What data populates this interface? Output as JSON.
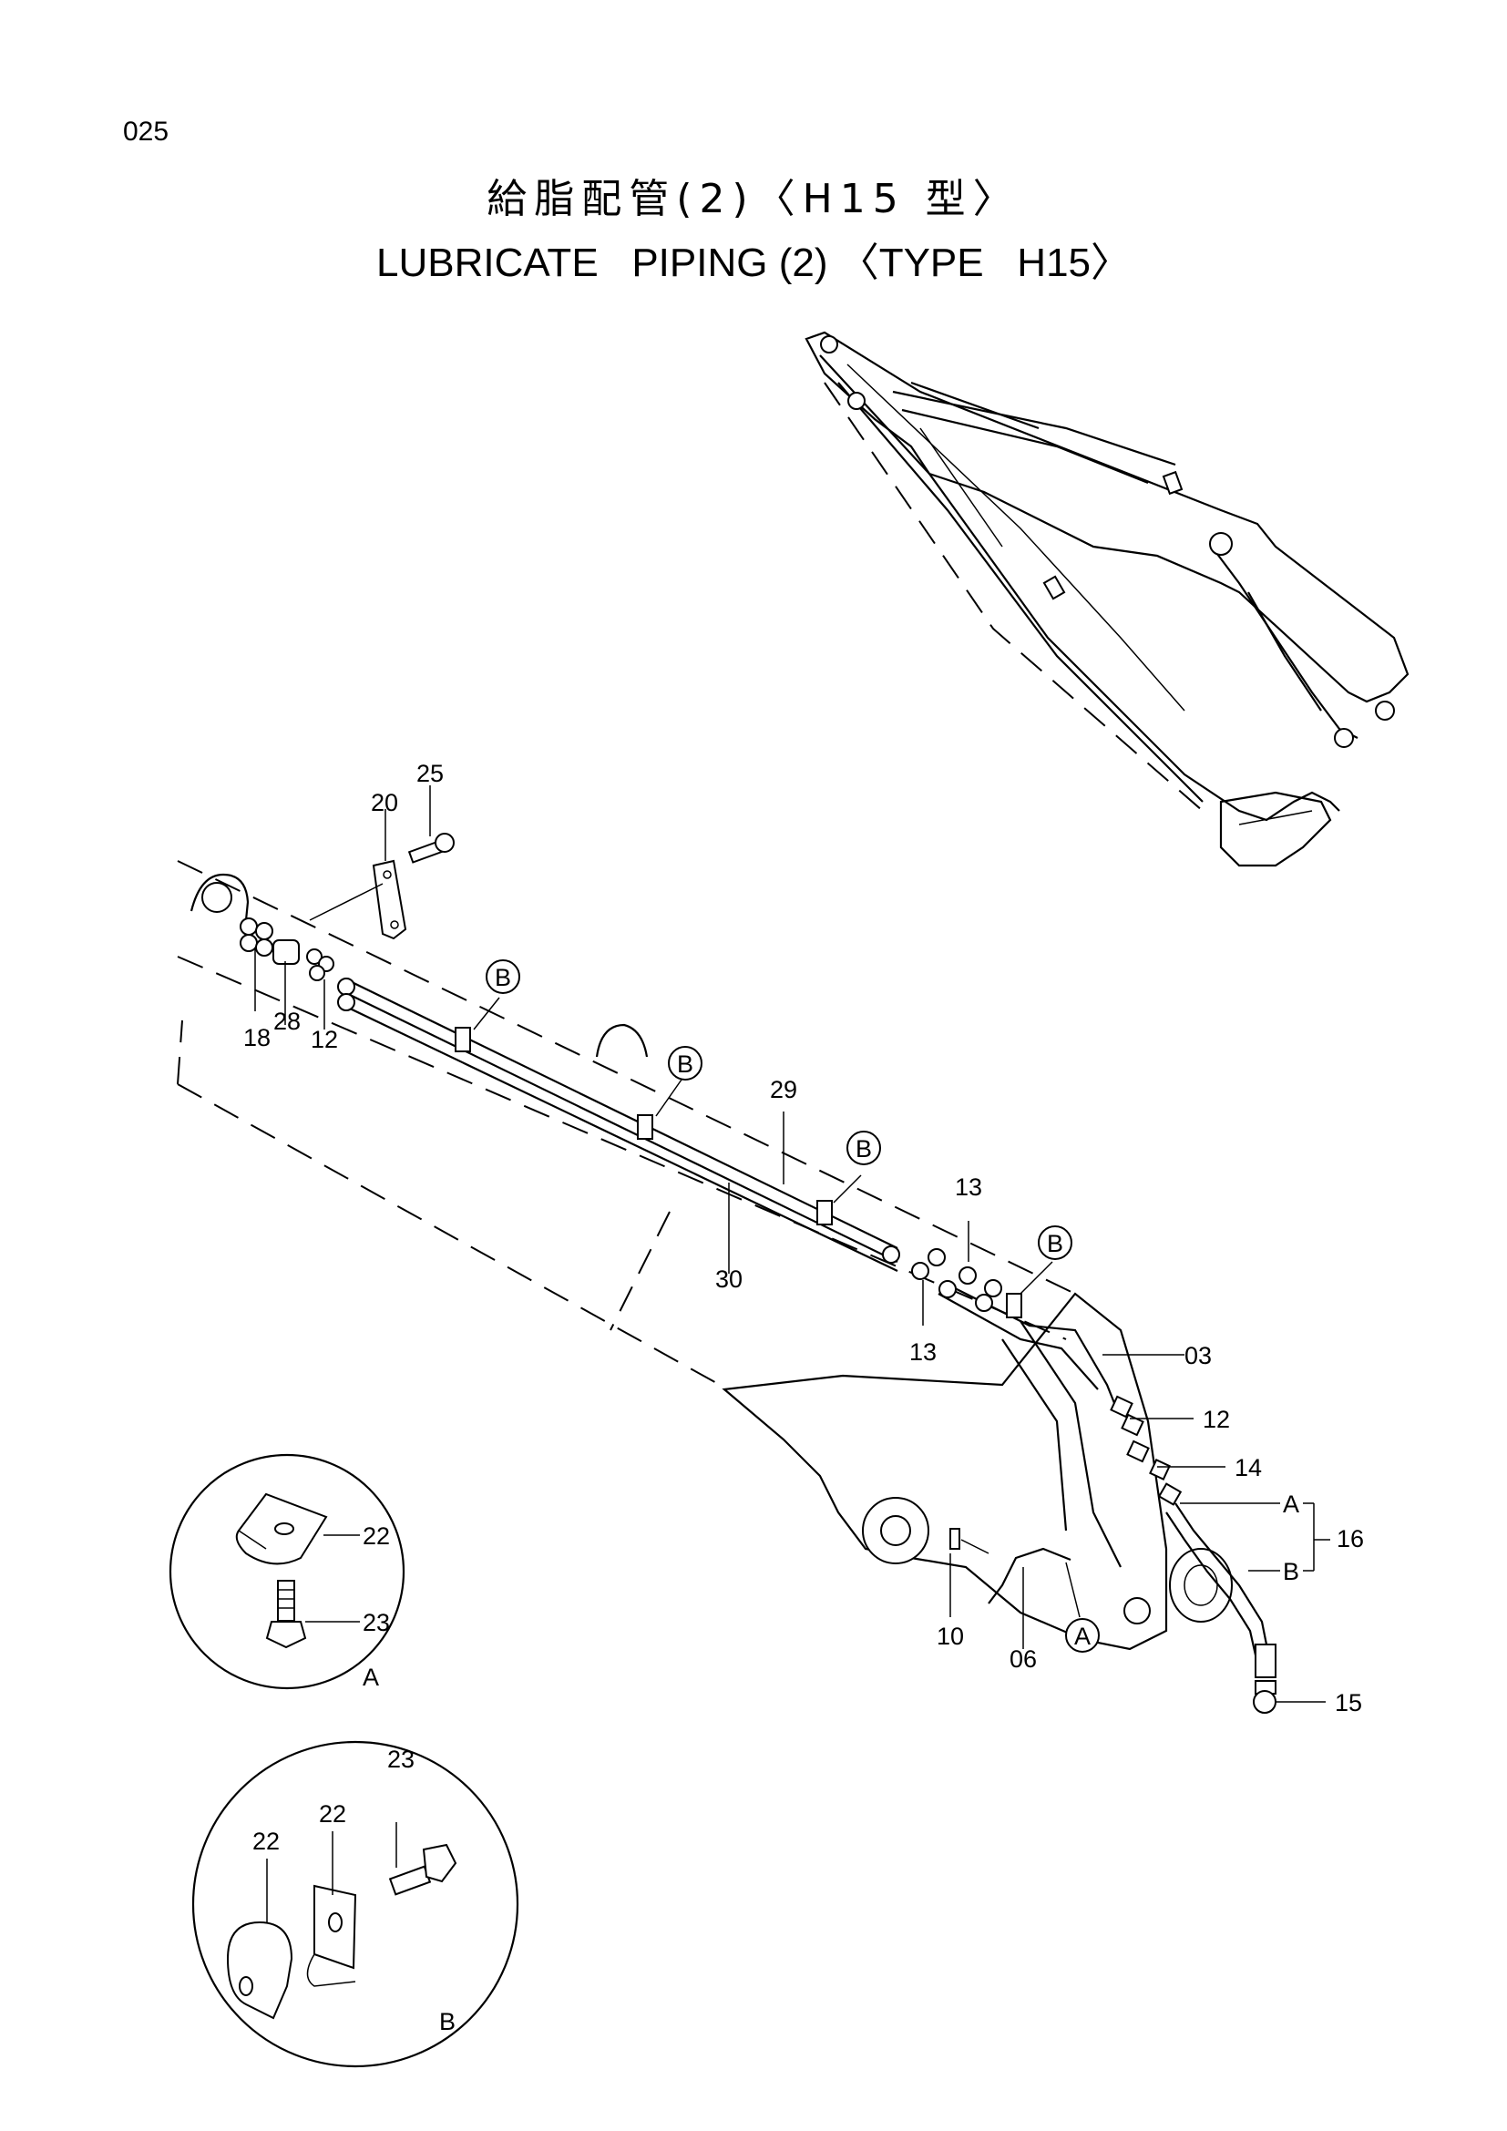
{
  "page_number": "025",
  "title_jp": "給脂配管(2)〈H15 型〉",
  "title_en": "LUBRICATE   PIPING (2) 〈TYPE   H15〉",
  "callouts": {
    "p25": "25",
    "p20": "20",
    "p18": "18",
    "p28": "28",
    "p12a": "12",
    "p29": "29",
    "p30": "30",
    "p13a": "13",
    "p13b": "13",
    "p03": "03",
    "p12b": "12",
    "p14": "14",
    "p16": "16",
    "p10": "10",
    "p06": "06",
    "p15": "15",
    "p22a": "22",
    "p23a": "23",
    "p22b": "22",
    "p22c": "22",
    "p23b": "23"
  },
  "markers": {
    "b1": "B",
    "b2": "B",
    "b3": "B",
    "b4": "B",
    "a1": "A",
    "hoseA": "A",
    "hoseB": "B"
  },
  "details": {
    "detail_a_label": "A",
    "detail_b_label": "B"
  }
}
